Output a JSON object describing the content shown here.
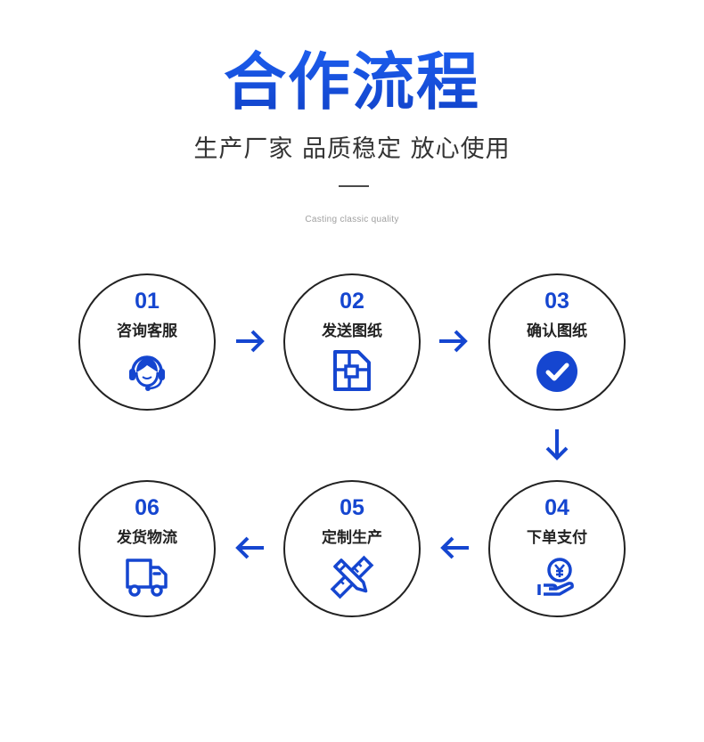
{
  "header": {
    "title": "合作流程",
    "subtitle": "生产厂家 品质稳定 放心使用",
    "tagline": "Casting classic quality"
  },
  "colors": {
    "accent": "#1546d0",
    "circle_border": "#222222",
    "label": "#222222",
    "subtitle": "#333333",
    "tagline": "#a0a0a0"
  },
  "steps": [
    {
      "number": "01",
      "label": "咨询客服",
      "icon": "customer-service-headset-icon"
    },
    {
      "number": "02",
      "label": "发送图纸",
      "icon": "blueprint-document-icon"
    },
    {
      "number": "03",
      "label": "确认图纸",
      "icon": "check-circle-icon"
    },
    {
      "number": "04",
      "label": "下单支付",
      "icon": "yuan-coin-hand-payment-icon"
    },
    {
      "number": "05",
      "label": "定制生产",
      "icon": "ruler-pencil-icon"
    },
    {
      "number": "06",
      "label": "发货物流",
      "icon": "delivery-truck-icon"
    }
  ],
  "arrows": [
    {
      "from": "01",
      "to": "02",
      "direction": "right"
    },
    {
      "from": "02",
      "to": "03",
      "direction": "right"
    },
    {
      "from": "03",
      "to": "04",
      "direction": "down"
    },
    {
      "from": "04",
      "to": "05",
      "direction": "left"
    },
    {
      "from": "05",
      "to": "06",
      "direction": "left"
    }
  ]
}
